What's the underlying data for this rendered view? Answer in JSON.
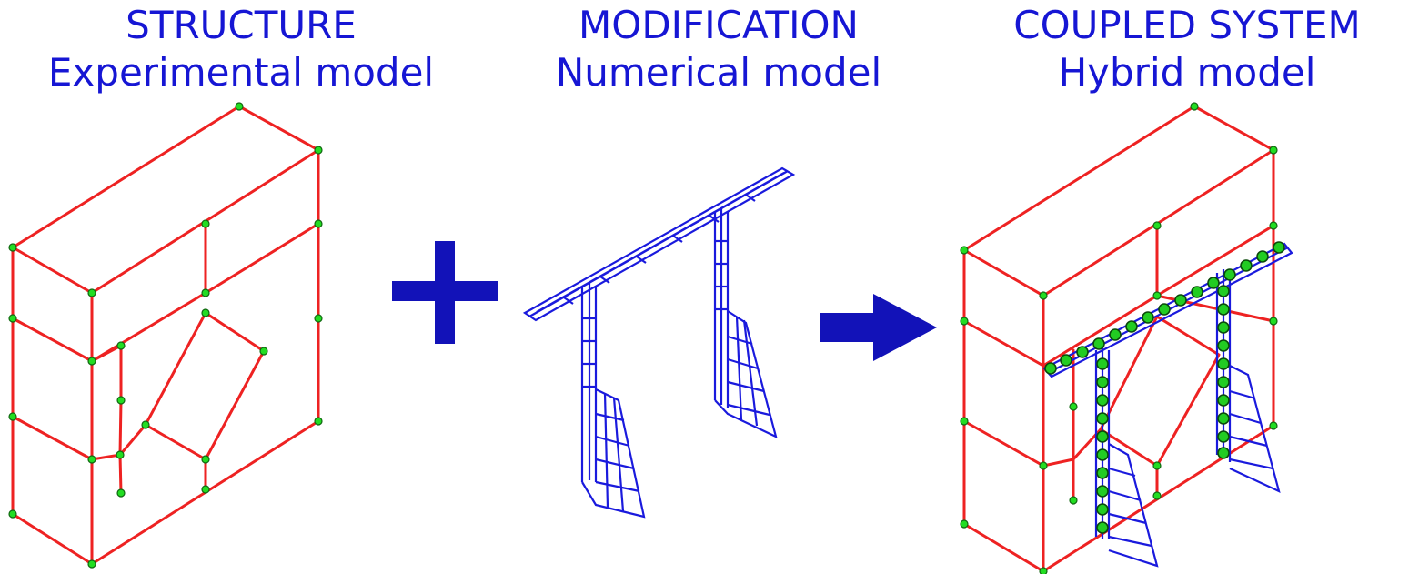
{
  "panels": [
    {
      "line1": "STRUCTURE",
      "line2": "Experimental model"
    },
    {
      "line1": "MODIFICATION",
      "line2": "Numerical model"
    },
    {
      "line1": "COUPLED SYSTEM",
      "line2": "Hybrid model"
    }
  ],
  "colors": {
    "title_text": "#1616d4",
    "structure_lines": "#ee2222",
    "structure_nodes": "#22dd22",
    "numerical_mesh": "#1a1add",
    "plus_arrow": "#1212b8"
  },
  "icons": [
    "plus-icon",
    "right-arrow-icon"
  ]
}
